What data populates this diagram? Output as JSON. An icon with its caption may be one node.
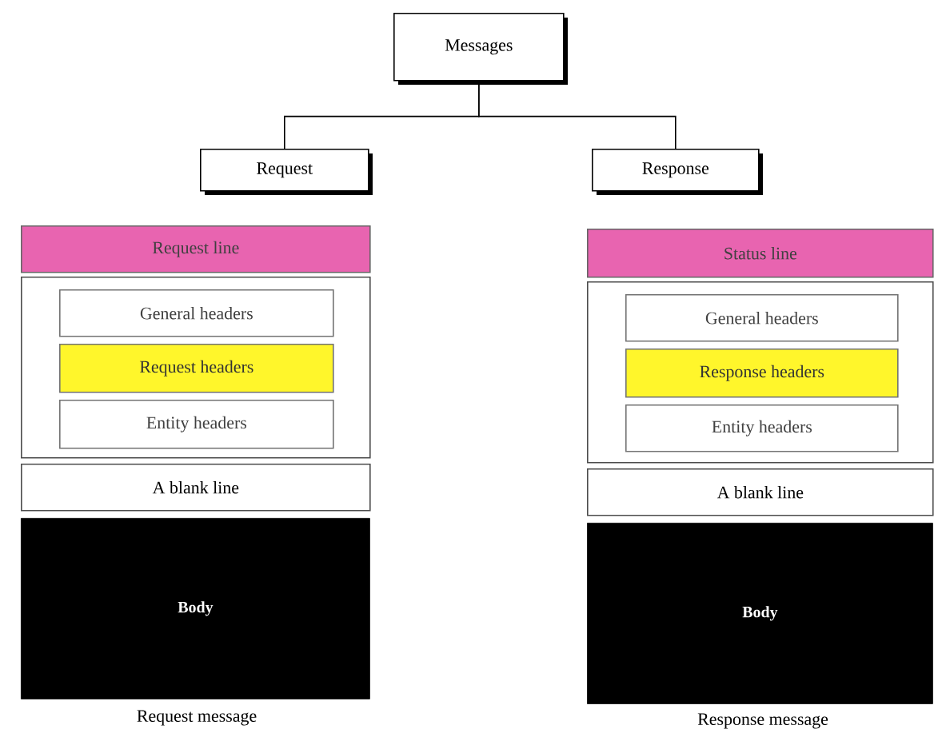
{
  "diagram": {
    "nodes": [
      {
        "text": [
          "Messages"
        ]
      },
      {
        "text": [
          "Request"
        ]
      },
      {
        "text": [
          "Response"
        ]
      },
      {
        "text": [
          "Request line"
        ]
      },
      {
        "text": [],
        "shape": "box"
      },
      {
        "text": [
          "General headers"
        ],
        "in": 4
      },
      {
        "text": [
          "Request headers"
        ],
        "in": 4
      },
      {
        "text": [
          "Entity headers"
        ],
        "in": 4
      },
      {
        "text": [
          "A blank line"
        ]
      },
      {
        "text": [
          "Body"
        ]
      },
      {
        "text": [
          "Status line"
        ]
      },
      {
        "text": [],
        "shape": "box"
      },
      {
        "text": [
          "General headers"
        ],
        "in": 11
      },
      {
        "text": [
          "Response headers"
        ],
        "in": 11
      },
      {
        "text": [
          "Entity headers"
        ],
        "in": 11
      },
      {
        "text": [
          "A blank line"
        ]
      },
      {
        "text": [
          "Body"
        ]
      }
    ],
    "edges": [
      {
        "from": 0,
        "to": 1,
        "arrow": "none"
      },
      {
        "from": 0,
        "to": 2,
        "arrow": "none"
      }
    ],
    "labels": [
      "Request message",
      "Response message"
    ]
  }
}
